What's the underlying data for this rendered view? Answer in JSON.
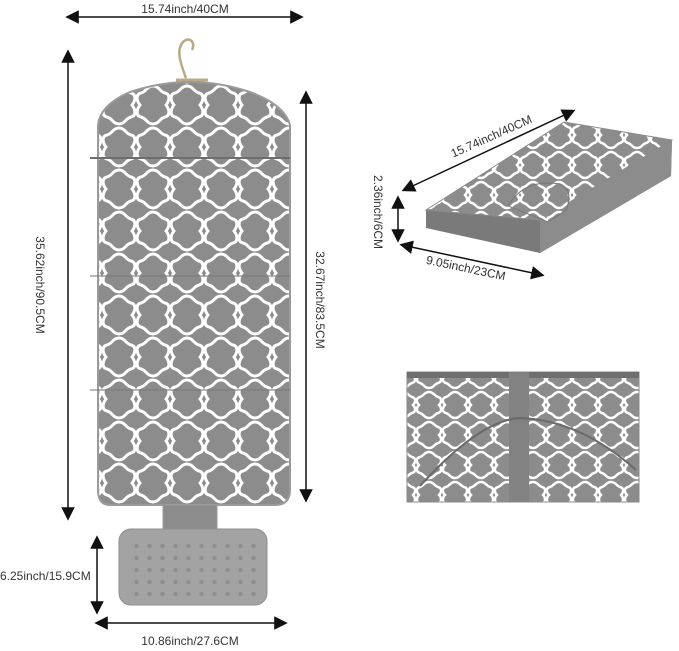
{
  "labels": {
    "top_width": "15.74inch/40CM",
    "total_height": "35.62inch/90.5CM",
    "board_height": "32.67inch/83.5CM",
    "pad_height": "6.25inch/15.9CM",
    "pad_width": "10.86inch/27.6CM",
    "folded_length": "15.74inch/40CM",
    "folded_thickness": "2.36inch/6CM",
    "folded_width": "9.05inch/23CM"
  },
  "colors": {
    "fabric": "#8c8c8c",
    "pattern_line": "#ffffff",
    "silicone": "#a3a3a3",
    "arrow": "#111111"
  }
}
